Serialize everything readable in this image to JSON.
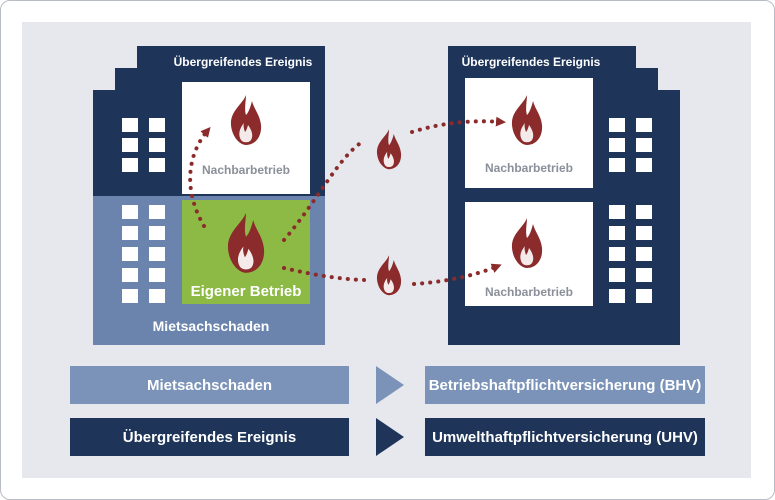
{
  "left_building": {
    "top_header": "Übergreifendes Ereignis",
    "top_unit_label": "Nachbarbetrieb",
    "own_unit_label": "Eigener Betrieb",
    "lower_section_label": "Mietsachschaden"
  },
  "right_building": {
    "top_header": "Übergreifendes Ereignis",
    "top_unit_label": "Nachbarbetrieb",
    "bottom_unit_label": "Nachbarbetrieb"
  },
  "legend": {
    "row1_left": "Mietsachschaden",
    "row1_right": "Betriebshaftpflichtversicherung (BHV)",
    "row2_left": "Übergreifendes Ereignis",
    "row2_right": "Umwelthaftpflichtversicherung (UHV)"
  },
  "colors": {
    "dark_blue": "#1e3559",
    "mid_blue": "#6a84ad",
    "light_blue": "#7b93b8",
    "green": "#8dba45",
    "fire": "#8b2b2b",
    "panel": "#e6e8ee"
  }
}
